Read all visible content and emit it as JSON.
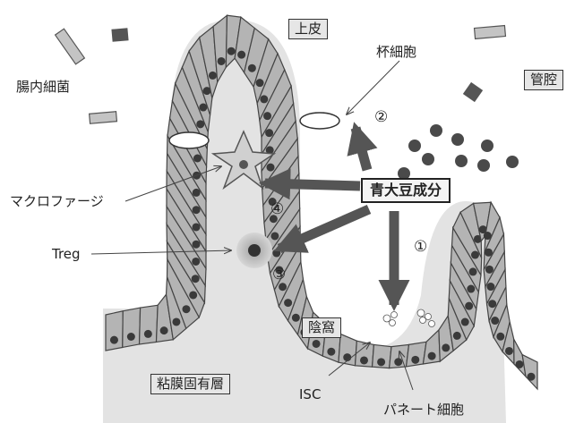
{
  "labels": {
    "epithelium": "上皮",
    "gut_bacteria": "腸内細菌",
    "goblet_cell": "杯細胞",
    "lumen": "管腔",
    "ingredient": "青大豆成分",
    "macrophage": "マクロファージ",
    "treg": "Treg",
    "crypt": "陰窩",
    "lamina_propria": "粘膜固有層",
    "isc": "ISC",
    "paneth_cell": "パネート細胞",
    "n1": "①",
    "n2": "②",
    "n3": "③",
    "n4": "④"
  },
  "colors": {
    "lamina": "#e3e3e3",
    "cell_fill": "#b4b4b4",
    "nucleus": "#3a3a3a",
    "arrow": "#555555",
    "bacteria": "#4a4a4a"
  }
}
